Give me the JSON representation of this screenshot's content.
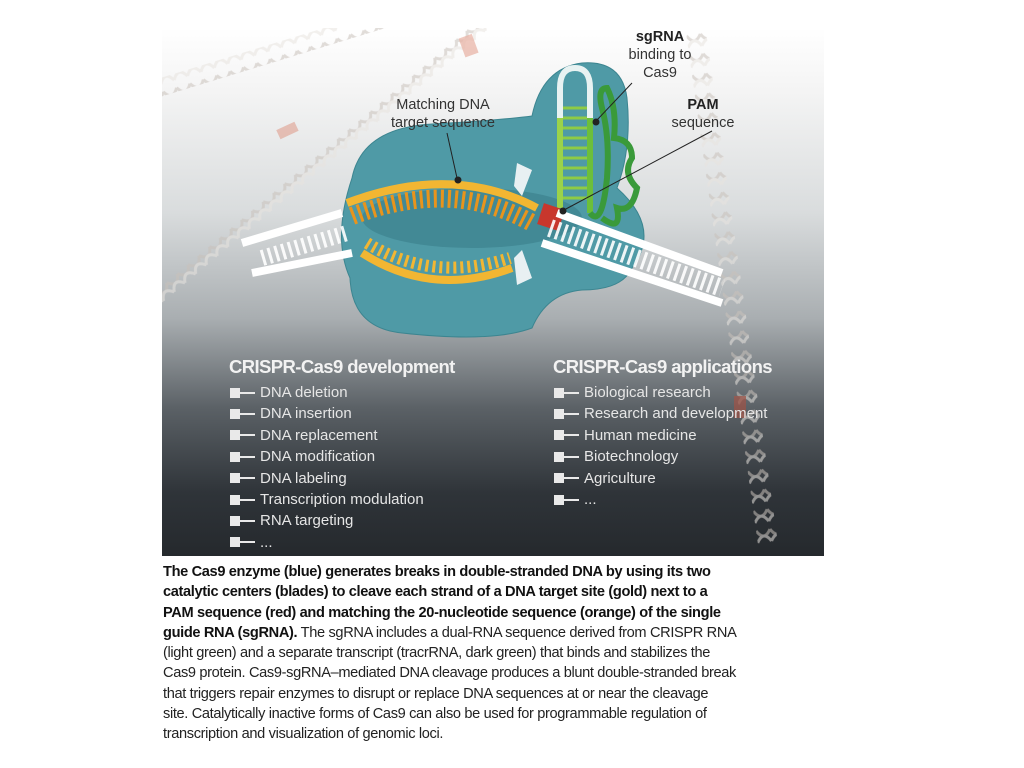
{
  "figure": {
    "labels": {
      "sgrna_title": "sgRNA",
      "sgrna_line1": "binding to",
      "sgrna_line2": "Cas9",
      "matching_line1": "Matching DNA",
      "matching_line2": "target sequence",
      "pam_title": "PAM",
      "pam_line1": "sequence"
    },
    "colors": {
      "protein": "#4f9aa6",
      "target_dna": "#f2b632",
      "pam": "#c8372d",
      "crispr_rna": "#9bd24a",
      "tracr_rna": "#3a9a3a"
    },
    "development": {
      "heading": "CRISPR-Cas9 development",
      "items": [
        "DNA deletion",
        "DNA insertion",
        "DNA replacement",
        "DNA modification",
        "DNA labeling",
        "Transcription modulation",
        "RNA targeting",
        "..."
      ]
    },
    "applications": {
      "heading": "CRISPR-Cas9 applications",
      "items": [
        "Biological research",
        "Research and development",
        "Human medicine",
        "Biotechnology",
        "Agriculture",
        "..."
      ]
    }
  },
  "caption": {
    "lines": [
      {
        "bold": "The Cas9 enzyme (blue) generates breaks in double-stranded DNA by using its two",
        "normal": ""
      },
      {
        "bold": "catalytic centers (blades) to cleave each strand of a DNA target site (gold) next to a",
        "normal": ""
      },
      {
        "bold": "PAM sequence (red) and matching the 20-nucleotide sequence (orange) of the single",
        "normal": ""
      },
      {
        "bold": "guide RNA (sgRNA).",
        "normal": " The sgRNA includes a dual-RNA sequence derived from CRISPR RNA"
      },
      {
        "bold": "",
        "normal": "(light green) and a separate transcript (tracrRNA, dark green) that binds and stabilizes the"
      },
      {
        "bold": "",
        "normal": "Cas9 protein. Cas9-sgRNA–mediated DNA cleavage produces a blunt double-stranded break"
      },
      {
        "bold": "",
        "normal": "that triggers repair enzymes to disrupt or replace DNA sequences at or near the cleavage"
      },
      {
        "bold": "",
        "normal": "site. Catalytically inactive forms of Cas9 can also be used for programmable regulation of"
      },
      {
        "bold": "",
        "normal": "transcription and visualization of genomic loci."
      }
    ]
  }
}
